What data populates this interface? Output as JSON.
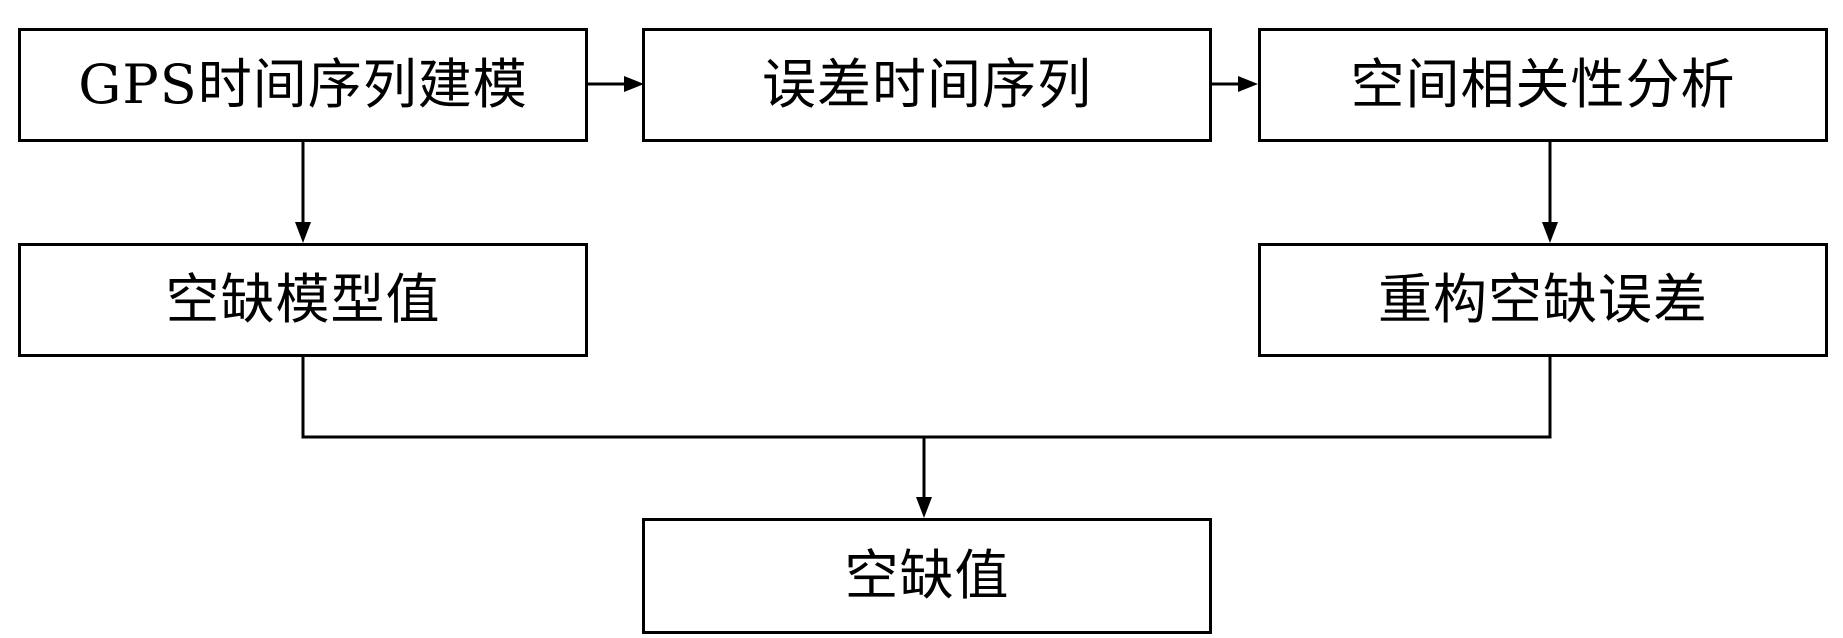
{
  "diagram": {
    "nodes": {
      "gps_modeling": "GPS时间序列建模",
      "error_series": "误差时间序列",
      "spatial_analysis": "空间相关性分析",
      "missing_model_value": "空缺模型值",
      "reconstruct_error": "重构空缺误差",
      "missing_value": "空缺值"
    },
    "edges": [
      {
        "from": "GPS时间序列建模",
        "to": "误差时间序列"
      },
      {
        "from": "误差时间序列",
        "to": "空间相关性分析"
      },
      {
        "from": "GPS时间序列建模",
        "to": "空缺模型值"
      },
      {
        "from": "空间相关性分析",
        "to": "重构空缺误差"
      },
      {
        "from": "空缺模型值",
        "to": "空缺值"
      },
      {
        "from": "重构空缺误差",
        "to": "空缺值"
      }
    ]
  }
}
